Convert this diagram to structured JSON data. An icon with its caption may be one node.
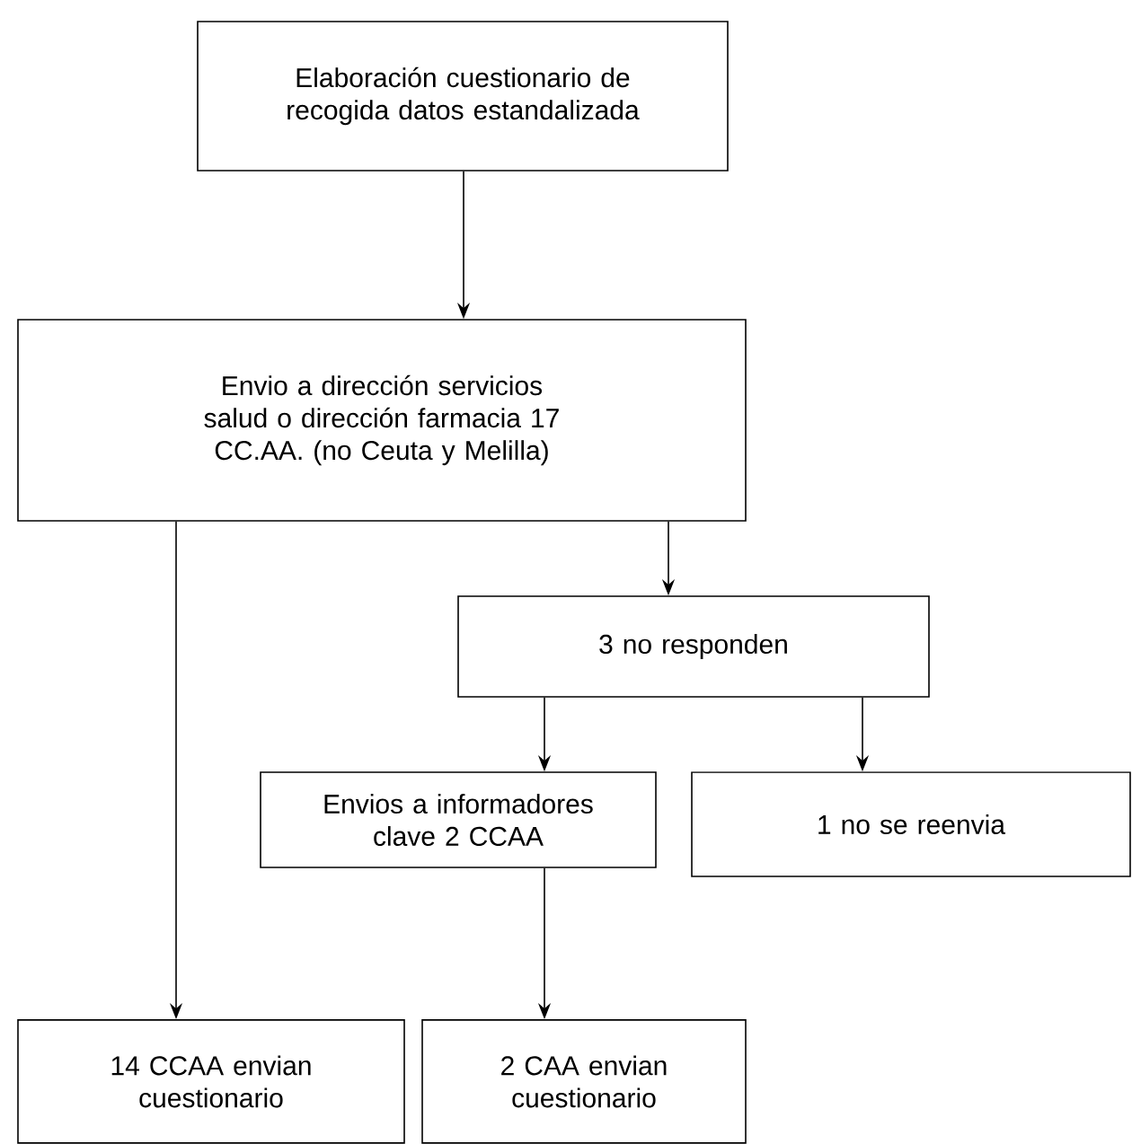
{
  "diagram": {
    "nodes": [
      {
        "text": [
          "Elaboración cuestionario de recogida datos estandalizada"
        ]
      },
      {
        "text": [
          "Envio a dirección servicios salud o dirección farmacia 17 CC.AA. (no Ceuta y Melilla)"
        ]
      },
      {
        "text": [
          "3 no responden"
        ]
      },
      {
        "text": [
          "Envios a informadores clave 2 CCAA"
        ]
      },
      {
        "text": [
          "1 no se reenvia"
        ]
      },
      {
        "text": [
          "14 CCAA envian cuestionario"
        ]
      },
      {
        "text": [
          "2 CAA envian cuestionario"
        ]
      }
    ],
    "edges": [
      {
        "from": 0,
        "to": 1,
        "arrow": "to"
      },
      {
        "from": 1,
        "to": 2,
        "arrow": "to"
      },
      {
        "from": 2,
        "to": 3,
        "arrow": "to"
      },
      {
        "from": 2,
        "to": 4,
        "arrow": "to"
      },
      {
        "from": 1,
        "to": 5,
        "arrow": "to"
      },
      {
        "from": 3,
        "to": 6,
        "arrow": "to"
      }
    ]
  }
}
